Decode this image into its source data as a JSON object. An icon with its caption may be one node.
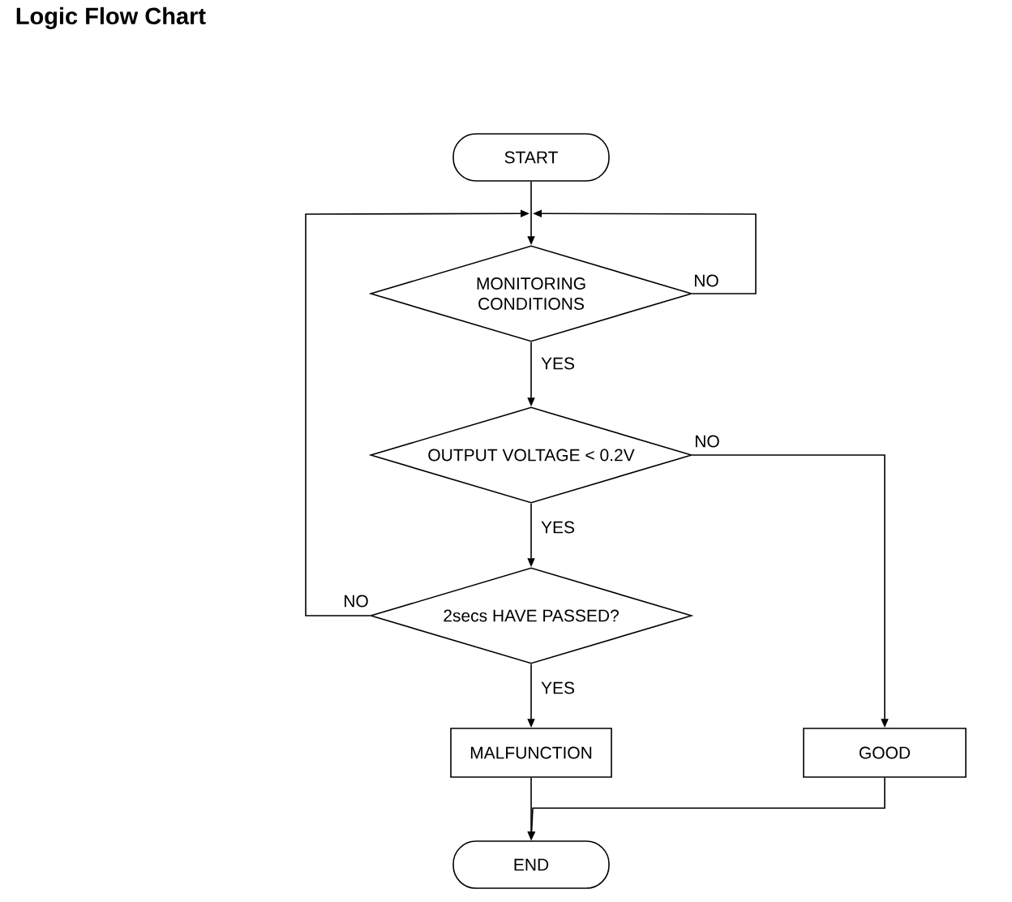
{
  "diagram": {
    "title": "Logic Flow Chart",
    "nodes": [
      {
        "text": [
          "START"
        ]
      },
      {
        "text": [
          "MONITORING CONDITIONS"
        ]
      },
      {
        "text": [
          "OUTPUT VOLTAGE < 0.2V"
        ]
      },
      {
        "text": [
          "2secs HAVE PASSED?"
        ]
      },
      {
        "text": [
          "MALFUNCTION"
        ]
      },
      {
        "text": [
          "GOOD"
        ]
      },
      {
        "text": [
          "END"
        ]
      }
    ],
    "edges": [
      {
        "from": 0,
        "to": 1,
        "arrow": "to"
      },
      {
        "from": 1,
        "to": 1,
        "arrow": "to",
        "label": "NO"
      },
      {
        "from": 1,
        "to": 2,
        "arrow": "to",
        "label": "YES"
      },
      {
        "from": 2,
        "to": 5,
        "arrow": "to",
        "label": "NO"
      },
      {
        "from": 2,
        "to": 3,
        "arrow": "to",
        "label": "YES"
      },
      {
        "from": 3,
        "to": 1,
        "arrow": "to",
        "label": "NO"
      },
      {
        "from": 3,
        "to": 4,
        "arrow": "to",
        "label": "YES"
      },
      {
        "from": 4,
        "to": 6,
        "arrow": "to"
      },
      {
        "from": 5,
        "to": 6,
        "arrow": "to"
      }
    ]
  }
}
